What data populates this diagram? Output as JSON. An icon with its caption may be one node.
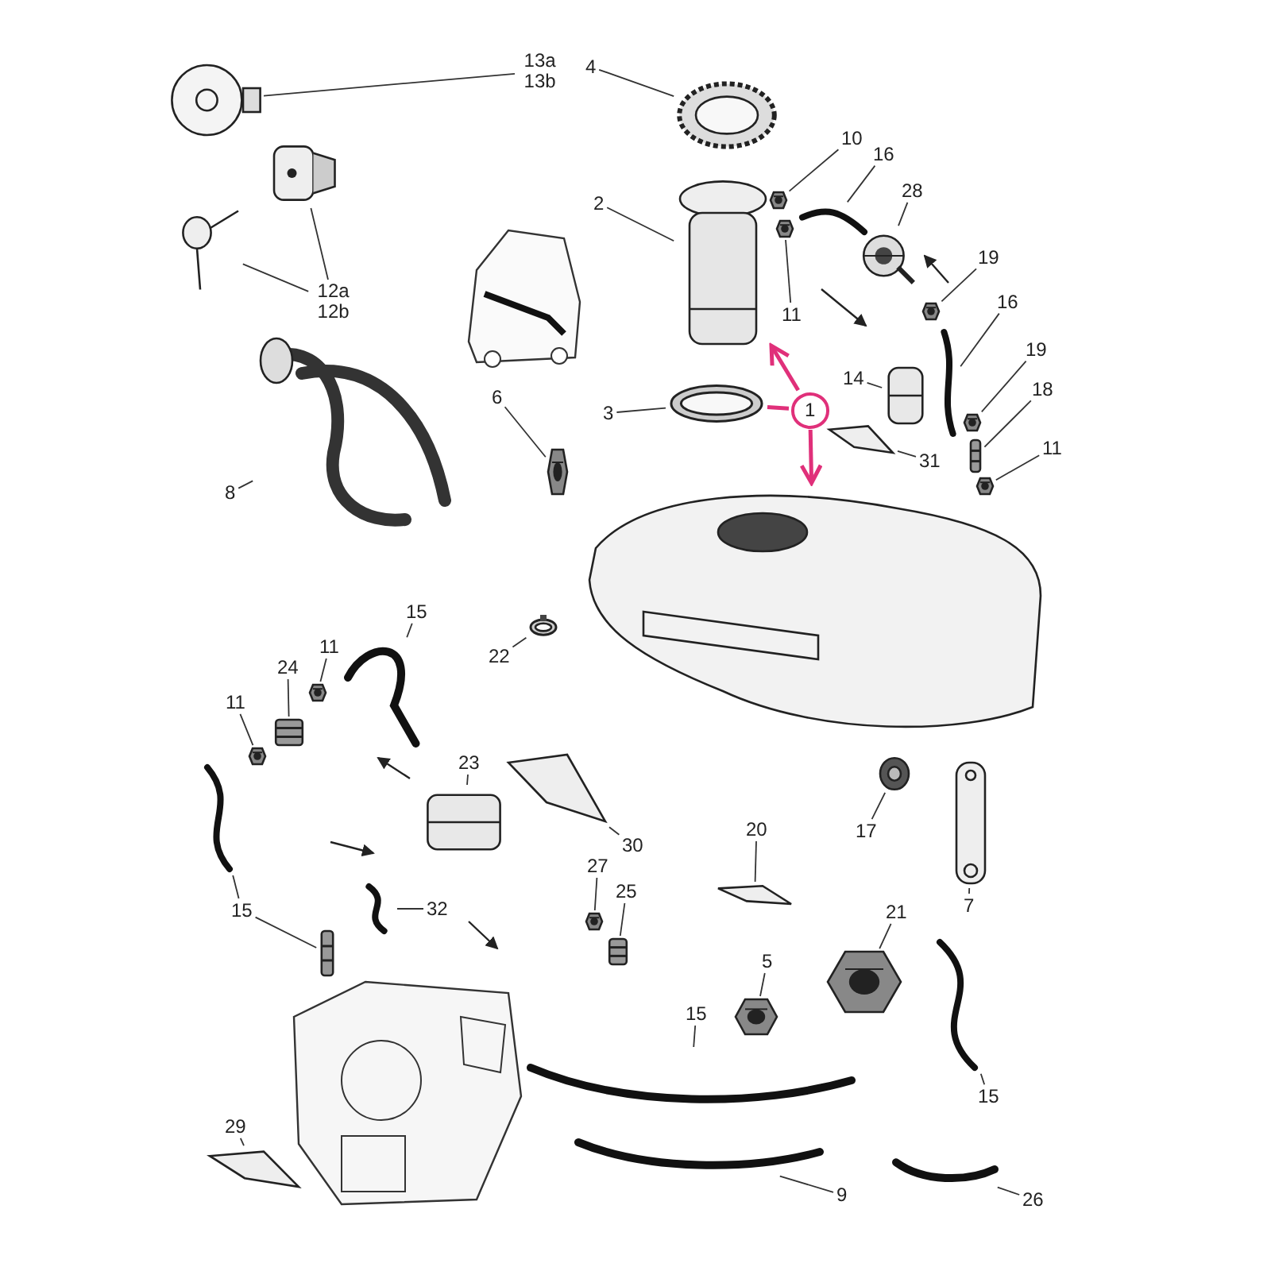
{
  "diagram": {
    "nodes": [
      {
        "text": [
          "13a 13b"
        ]
      },
      {
        "text": [],
        "shape": "picture"
      },
      {
        "text": [
          "12a 12b"
        ]
      },
      {
        "text": [],
        "shape": "picture"
      },
      {
        "text": [],
        "shape": "picture"
      },
      {
        "text": [
          "4"
        ]
      },
      {
        "text": [],
        "shape": "picture"
      },
      {
        "text": [
          "2"
        ]
      },
      {
        "text": [],
        "shape": "picture"
      },
      {
        "text": [
          "10"
        ]
      },
      {
        "text": [],
        "shape": "picture"
      },
      {
        "text": [
          "16"
        ]
      },
      {
        "text": [],
        "shape": "picture"
      },
      {
        "text": [
          "28"
        ]
      },
      {
        "text": [],
        "shape": "picture"
      },
      {
        "text": [
          "11"
        ]
      },
      {
        "text": [],
        "shape": "picture"
      },
      {
        "text": [
          "19"
        ]
      },
      {
        "text": [],
        "shape": "picture"
      },
      {
        "text": [
          "16"
        ]
      },
      {
        "text": [],
        "shape": "picture"
      },
      {
        "text": [
          "14"
        ]
      },
      {
        "text": [],
        "shape": "picture"
      },
      {
        "text": [
          "19"
        ]
      },
      {
        "text": [],
        "shape": "picture"
      },
      {
        "text": [
          "18"
        ]
      },
      {
        "text": [],
        "shape": "picture"
      },
      {
        "text": [
          "3"
        ]
      },
      {
        "text": [],
        "shape": "picture"
      },
      {
        "text": [
          "1"
        ]
      },
      {
        "text": [],
        "shape": "picture"
      },
      {
        "text": [
          "6"
        ]
      },
      {
        "text": [],
        "shape": "picture"
      },
      {
        "text": [
          "11"
        ]
      },
      {
        "text": [],
        "shape": "picture"
      },
      {
        "text": [
          "8"
        ]
      },
      {
        "text": [],
        "shape": "picture"
      },
      {
        "text": [
          "31"
        ]
      },
      {
        "text": [],
        "shape": "picture"
      },
      {
        "text": [
          "15"
        ]
      },
      {
        "text": [],
        "shape": "picture"
      },
      {
        "text": [
          "22"
        ]
      },
      {
        "text": [],
        "shape": "picture"
      },
      {
        "text": [
          "11"
        ]
      },
      {
        "text": [],
        "shape": "picture"
      },
      {
        "text": [
          "24"
        ]
      },
      {
        "text": [],
        "shape": "picture"
      },
      {
        "text": [
          "11"
        ]
      },
      {
        "text": [],
        "shape": "picture"
      },
      {
        "text": [
          "30"
        ]
      },
      {
        "text": [],
        "shape": "picture"
      },
      {
        "text": [
          "23"
        ]
      },
      {
        "text": [],
        "shape": "picture"
      },
      {
        "text": [
          "17"
        ]
      },
      {
        "text": [],
        "shape": "picture"
      },
      {
        "text": [
          "20"
        ]
      },
      {
        "text": [],
        "shape": "picture"
      },
      {
        "text": [
          "7"
        ]
      },
      {
        "text": [],
        "shape": "picture"
      },
      {
        "text": [
          "27"
        ]
      },
      {
        "text": [],
        "shape": "picture"
      },
      {
        "text": [
          "25"
        ]
      },
      {
        "text": [],
        "shape": "picture"
      },
      {
        "text": [
          "15"
        ]
      },
      {
        "text": [],
        "shape": "picture"
      },
      {
        "text": [],
        "shape": "picture"
      },
      {
        "text": [
          "32"
        ]
      },
      {
        "text": [],
        "shape": "picture"
      },
      {
        "text": [
          "21"
        ]
      },
      {
        "text": [],
        "shape": "picture"
      },
      {
        "text": [
          "5"
        ]
      },
      {
        "text": [],
        "shape": "picture"
      },
      {
        "text": [
          "15"
        ]
      },
      {
        "text": [],
        "shape": "picture"
      },
      {
        "text": [
          "15"
        ]
      },
      {
        "text": [],
        "shape": "picture"
      },
      {
        "text": [
          "29"
        ]
      },
      {
        "text": [],
        "shape": "picture"
      },
      {
        "text": [
          "9"
        ]
      },
      {
        "text": [],
        "shape": "picture"
      },
      {
        "text": [
          "26"
        ]
      },
      {
        "text": [],
        "shape": "picture"
      }
    ],
    "edges": [
      {
        "from": 0,
        "to": 1,
        "arrow": "none"
      },
      {
        "from": 2,
        "to": 3,
        "arrow": "none"
      },
      {
        "from": 2,
        "to": 4,
        "arrow": "none"
      },
      {
        "from": 5,
        "to": 6,
        "arrow": "none"
      },
      {
        "from": 7,
        "to": 8,
        "arrow": "none"
      },
      {
        "from": 9,
        "to": 10,
        "arrow": "none"
      },
      {
        "from": 11,
        "to": 12,
        "arrow": "none"
      },
      {
        "from": 13,
        "to": 14,
        "arrow": "none"
      },
      {
        "from": 15,
        "to": 16,
        "arrow": "none"
      },
      {
        "from": 17,
        "to": 18,
        "arrow": "none"
      },
      {
        "from": 19,
        "to": 20,
        "arrow": "none"
      },
      {
        "from": 21,
        "to": 22,
        "arrow": "none"
      },
      {
        "from": 23,
        "to": 24,
        "arrow": "none"
      },
      {
        "from": 25,
        "to": 26,
        "arrow": "none"
      },
      {
        "from": 27,
        "to": 28,
        "arrow": "none"
      },
      {
        "from": 29,
        "to": 8,
        "arrow": "to",
        "style": "thick",
        "color": "#e0307a"
      },
      {
        "from": 29,
        "to": 28,
        "arrow": "none",
        "style": "thick",
        "color": "#e0307a"
      },
      {
        "from": 29,
        "to": 30,
        "arrow": "to",
        "style": "thick",
        "color": "#e0307a"
      },
      {
        "from": 31,
        "to": 32,
        "arrow": "none"
      },
      {
        "from": 33,
        "to": 34,
        "arrow": "none"
      },
      {
        "from": 35,
        "to": 36,
        "arrow": "none"
      },
      {
        "from": 37,
        "to": 38,
        "arrow": "none"
      },
      {
        "from": 39,
        "to": 40,
        "arrow": "none"
      },
      {
        "from": 41,
        "to": 42,
        "arrow": "none"
      },
      {
        "from": 43,
        "to": 44,
        "arrow": "none"
      },
      {
        "from": 45,
        "to": 46,
        "arrow": "none"
      },
      {
        "from": 47,
        "to": 48,
        "arrow": "none"
      },
      {
        "from": 49,
        "to": 50,
        "arrow": "none"
      },
      {
        "from": 51,
        "to": 52,
        "arrow": "none"
      },
      {
        "from": 53,
        "to": 54,
        "arrow": "none"
      },
      {
        "from": 55,
        "to": 56,
        "arrow": "none"
      },
      {
        "from": 57,
        "to": 58,
        "arrow": "none"
      },
      {
        "from": 59,
        "to": 60,
        "arrow": "none"
      },
      {
        "from": 61,
        "to": 62,
        "arrow": "none"
      },
      {
        "from": 63,
        "to": 64,
        "arrow": "none"
      },
      {
        "from": 63,
        "to": 65,
        "arrow": "none"
      },
      {
        "from": 66,
        "to": 67,
        "arrow": "none"
      },
      {
        "from": 68,
        "to": 69,
        "arrow": "none"
      },
      {
        "from": 70,
        "to": 71,
        "arrow": "none"
      },
      {
        "from": 72,
        "to": 73,
        "arrow": "none"
      },
      {
        "from": 74,
        "to": 75,
        "arrow": "none"
      },
      {
        "from": 76,
        "to": 77,
        "arrow": "none"
      },
      {
        "from": 78,
        "to": 79,
        "arrow": "none"
      },
      {
        "from": 80,
        "to": 81,
        "arrow": "none"
      }
    ]
  }
}
